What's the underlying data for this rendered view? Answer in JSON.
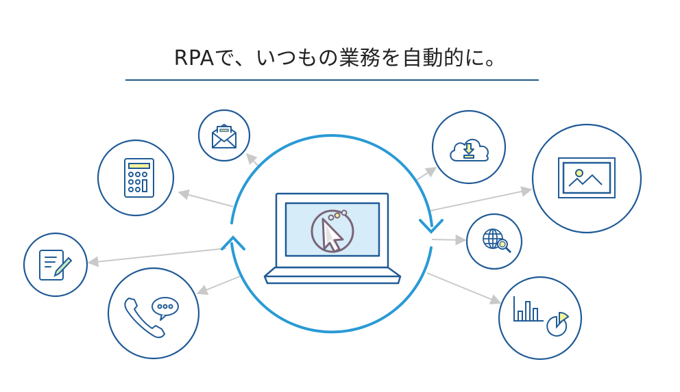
{
  "header": {
    "title": "RPAで、いつもの業務を自動的に。"
  },
  "colors": {
    "cycle": "#2a9ad5",
    "icon_stroke": "#1f5a96",
    "accent_fill": "#f4f39a",
    "screen_fill": "#d6ecf8",
    "cursor_stroke": "#7a6478",
    "arrow": "#c9c9c9"
  },
  "center": {
    "label": "laptop-with-automated-cursor"
  },
  "satellites": [
    {
      "id": "email",
      "icon": "envelope-icon"
    },
    {
      "id": "calculator",
      "icon": "calculator-icon"
    },
    {
      "id": "document",
      "icon": "document-edit-icon"
    },
    {
      "id": "phone",
      "icon": "phone-chat-icon"
    },
    {
      "id": "cloud",
      "icon": "cloud-download-icon"
    },
    {
      "id": "image",
      "icon": "image-icon"
    },
    {
      "id": "globe",
      "icon": "globe-search-icon"
    },
    {
      "id": "chart",
      "icon": "bar-pie-chart-icon"
    }
  ]
}
